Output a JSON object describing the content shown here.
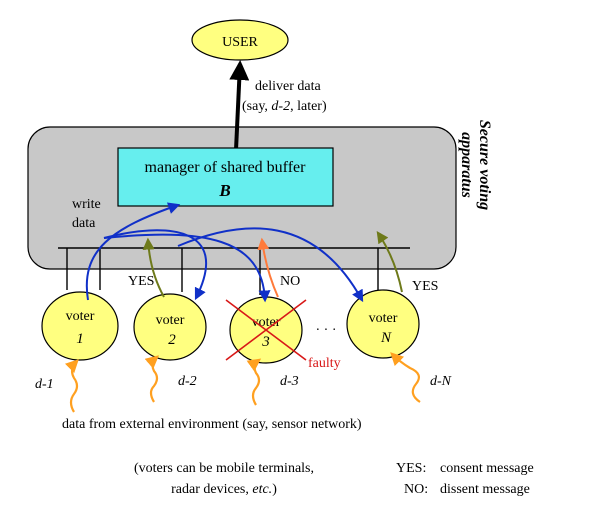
{
  "user": {
    "label": "USER"
  },
  "delivery": {
    "line1": "deliver data",
    "line2_prefix": "(say, ",
    "line2_item": "d-2",
    "line2_suffix": ", later)"
  },
  "apparatus": {
    "title_line1": "Secure voting",
    "title_line2": "apparatus"
  },
  "manager": {
    "line1": "manager of shared buffer",
    "line2": "B"
  },
  "write_data": {
    "line1": "write",
    "line2": "data"
  },
  "messages": {
    "yes_left": "YES",
    "no": "NO",
    "yes_right": "YES"
  },
  "voters": [
    {
      "label": "voter",
      "index": "1",
      "input": "d-1"
    },
    {
      "label": "voter",
      "index": "2",
      "input": "d-2"
    },
    {
      "label": "voter",
      "index": "3",
      "input": "d-3"
    },
    {
      "label": "voter",
      "index": "N",
      "input": "d-N"
    }
  ],
  "ellipsis": "· · ·",
  "faulty_label": "faulty",
  "environment_caption": "data from external environment (say, sensor network)",
  "footnote": {
    "line1": "(voters can be mobile terminals,",
    "line2_prefix": "radar devices, ",
    "line2_italic": "etc.",
    "line2_suffix": ")"
  },
  "legend": {
    "yes_key": "YES:",
    "yes_desc": "consent message",
    "no_key": "NO:",
    "no_desc": "dissent message"
  },
  "colors": {
    "apparatus_fill": "#c8c8c8",
    "manager_fill": "#66eeee",
    "ellipse_fill": "#ffff80",
    "write_arrow": "#1030c8",
    "yes_arrow": "#6e7a1a",
    "no_arrow": "#ff7a3a",
    "data_arrow": "#ffa020",
    "faulty": "#d81818"
  }
}
